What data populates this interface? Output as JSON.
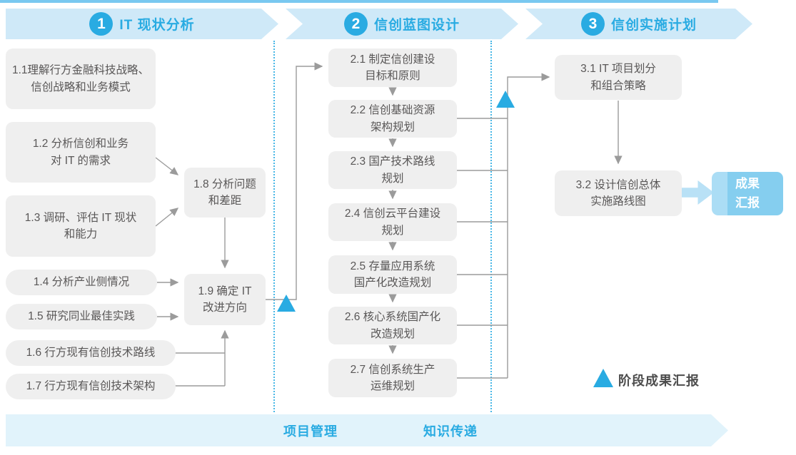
{
  "phases": [
    {
      "number": "1",
      "title": "IT 现状分析"
    },
    {
      "number": "2",
      "title": "信创蓝图设计"
    },
    {
      "number": "3",
      "title": "信创实施计划"
    }
  ],
  "phase1": {
    "boxes": [
      {
        "id": "1.1",
        "lines": [
          "1.1理解行方金融科技战略、",
          "信创战略和业务模式"
        ]
      },
      {
        "id": "1.2",
        "lines": [
          "1.2 分析信创和业务",
          "对 IT 的需求"
        ]
      },
      {
        "id": "1.3",
        "lines": [
          "1.3 调研、评估 IT 现状",
          "和能力"
        ]
      },
      {
        "id": "1.4",
        "lines": [
          "1.4 分析产业侧情况"
        ]
      },
      {
        "id": "1.5",
        "lines": [
          "1.5 研究同业最佳实践"
        ]
      },
      {
        "id": "1.6",
        "lines": [
          "1.6 行方现有信创技术路线"
        ]
      },
      {
        "id": "1.7",
        "lines": [
          "1.7 行方现有信创技术架构"
        ]
      },
      {
        "id": "1.8",
        "lines": [
          "1.8 分析问题",
          "和差距"
        ]
      },
      {
        "id": "1.9",
        "lines": [
          "1.9 确定 IT",
          "改进方向"
        ]
      }
    ]
  },
  "phase2": {
    "boxes": [
      {
        "id": "2.1",
        "lines": [
          "2.1 制定信创建设",
          "目标和原则"
        ]
      },
      {
        "id": "2.2",
        "lines": [
          "2.2 信创基础资源",
          "架构规划"
        ]
      },
      {
        "id": "2.3",
        "lines": [
          "2.3 国产技术路线",
          "规划"
        ]
      },
      {
        "id": "2.4",
        "lines": [
          "2.4 信创云平台建设",
          "规划"
        ]
      },
      {
        "id": "2.5",
        "lines": [
          "2.5 存量应用系统",
          "国产化改造规划"
        ]
      },
      {
        "id": "2.6",
        "lines": [
          "2.6 核心系统国产化",
          "改造规划"
        ]
      },
      {
        "id": "2.7",
        "lines": [
          "2.7 信创系统生产",
          "运维规划"
        ]
      }
    ]
  },
  "phase3": {
    "boxes": [
      {
        "id": "3.1",
        "lines": [
          "3.1 IT 项目划分",
          "和组合策略"
        ]
      },
      {
        "id": "3.2",
        "lines": [
          "3.2 设计信创总体",
          "实施路线图"
        ]
      }
    ],
    "result_box": {
      "lines": [
        "成果",
        "汇报"
      ]
    }
  },
  "legend": {
    "label": "阶段成果汇报"
  },
  "bottom_banner": {
    "labels": [
      "项目管理",
      "知识传递"
    ]
  },
  "colors": {
    "accent_blue": "#29abe2",
    "banner_blue": "#cfe9f8",
    "bottom_banner_blue": "#e1f3fb",
    "box_gray": "#efefef",
    "box_text": "#595757",
    "line_gray": "#9b9b9b",
    "result_blue": "#85ceef",
    "result_stripe": "#abddf5",
    "fat_arrow_blue": "#b9e1f6",
    "top_strip_blue": "#79c8f0"
  }
}
